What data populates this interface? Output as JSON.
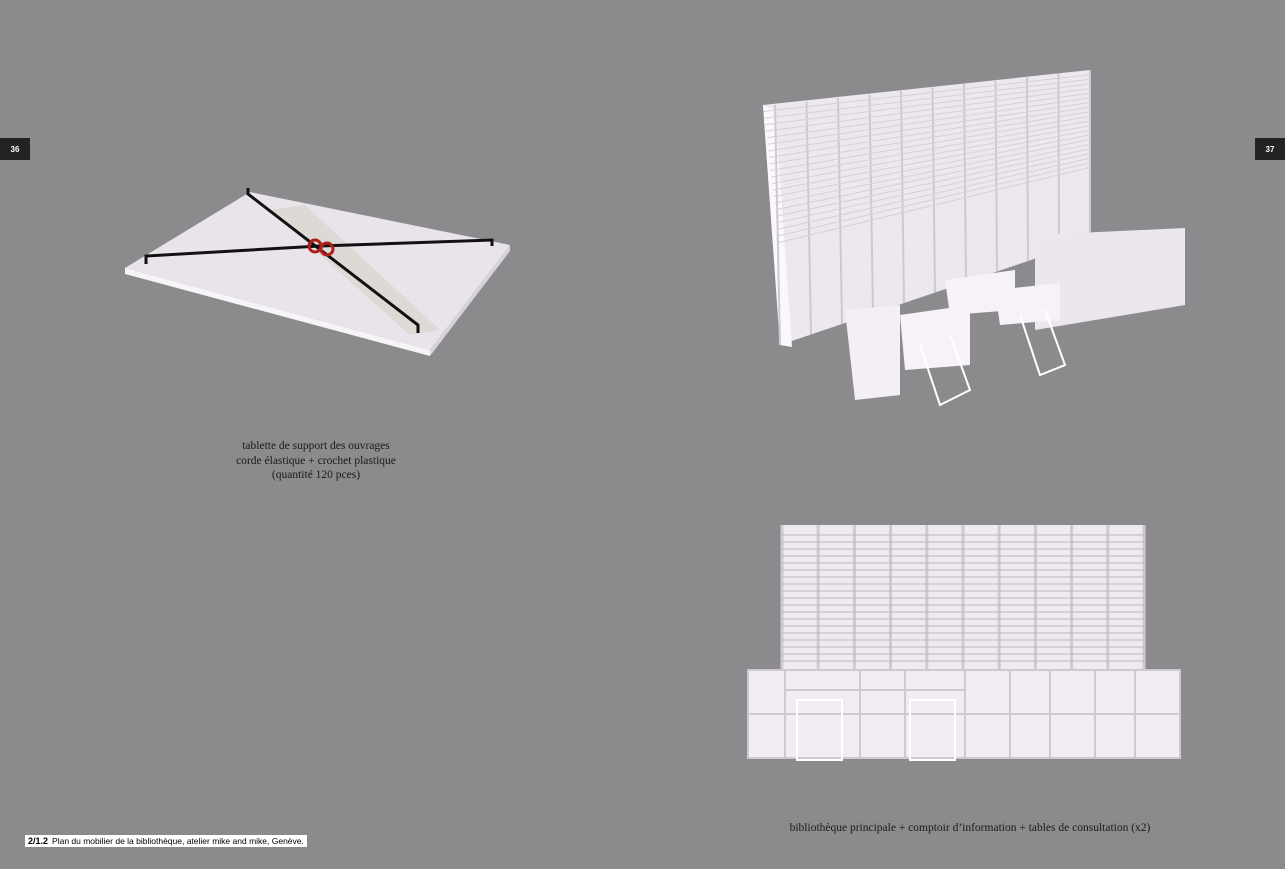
{
  "pages": {
    "left_number": "36",
    "right_number": "37"
  },
  "left_caption": {
    "line1": "tablette de support des ouvrages",
    "line2": "corde élastique + crochet plastique",
    "line3": "(quantité 120 pces)"
  },
  "right_caption": "bibliothèque principale + comptoir d’information + tables de consultation (x2)",
  "footer": {
    "figure_number": "2/1.2",
    "text": "Plan du mobilier de la bibliothèque, atelier mike and mike, Genève."
  },
  "colors": {
    "background": "#8b8b8d",
    "furniture": "#f1ecf3",
    "hook": "#b0201a"
  }
}
